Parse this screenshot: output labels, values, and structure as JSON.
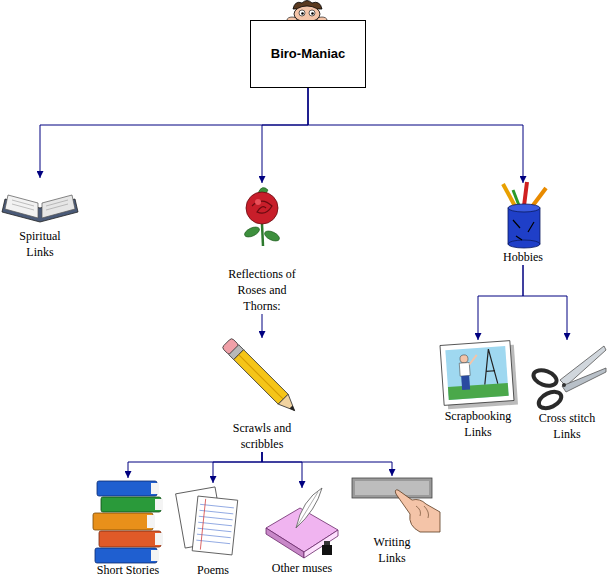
{
  "diagram": {
    "nodes": [
      {
        "text": [
          "Biro-Maniac"
        ]
      },
      {
        "text": [
          "Spiritual Links"
        ]
      },
      {
        "text": [
          "Reflections of Roses and Thorns:"
        ]
      },
      {
        "text": [
          "Hobbies"
        ]
      },
      {
        "text": [
          "Scrawls and scribbles"
        ]
      },
      {
        "text": [
          "Short Stories"
        ]
      },
      {
        "text": [
          "Poems"
        ]
      },
      {
        "text": [
          "Other muses"
        ]
      },
      {
        "text": [
          "Writing Links"
        ]
      },
      {
        "text": [
          "Scrapbooking Links"
        ]
      },
      {
        "text": [
          "Cross stitch Links"
        ]
      }
    ],
    "edges": [
      {
        "from": 0,
        "to": 1,
        "arrow": "to"
      },
      {
        "from": 0,
        "to": 2,
        "arrow": "to"
      },
      {
        "from": 0,
        "to": 3,
        "arrow": "to"
      },
      {
        "from": 2,
        "to": 4,
        "arrow": "to"
      },
      {
        "from": 4,
        "to": 5,
        "arrow": "to"
      },
      {
        "from": 4,
        "to": 6,
        "arrow": "to"
      },
      {
        "from": 4,
        "to": 7,
        "arrow": "to"
      },
      {
        "from": 4,
        "to": 8,
        "arrow": "to"
      },
      {
        "from": 3,
        "to": 9,
        "arrow": "to"
      },
      {
        "from": 3,
        "to": 10,
        "arrow": "to"
      }
    ]
  }
}
